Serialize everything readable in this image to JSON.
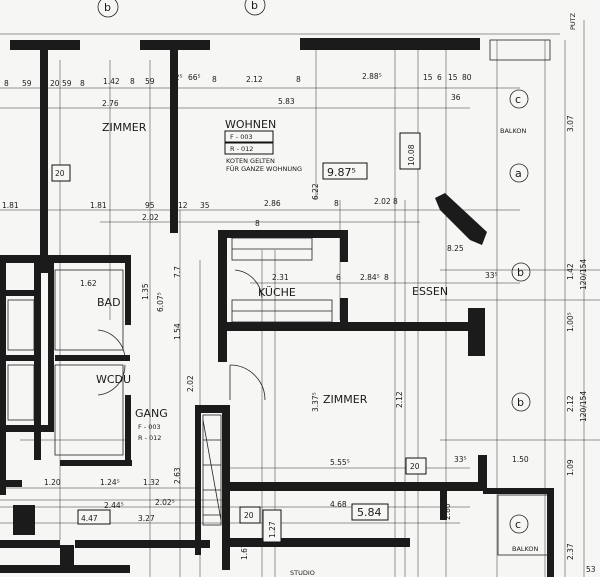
{
  "rooms": {
    "zimmer_top": "ZIMMER",
    "wohnen": "WOHNEN",
    "kueche": "KÜCHE",
    "essen": "ESSEN",
    "bad": "BAD",
    "wc_du": "WCDU",
    "gang": "GANG",
    "zimmer_mid": "ZIMMER",
    "balkon_top": "BALKON",
    "balkon_bottom": "BALKON",
    "studio": "STUDIO"
  },
  "notes": {
    "wohnen_f": "F - 003",
    "wohnen_r": "R - 012",
    "koten_1": "KOTEN GELTEN",
    "koten_2": "FÜR GANZE WOHNUNG",
    "gang_f": "F - 003",
    "gang_r": "R - 012",
    "putz": "PUTZ"
  },
  "axis_markers": [
    "b",
    "b",
    "c",
    "a",
    "b",
    "b",
    "c"
  ],
  "boxed_values": [
    "9.87⁵",
    "10.08",
    "5.84",
    "20",
    "20",
    "20",
    "4.47",
    "1.27"
  ],
  "dimensions": {
    "top_row": [
      "8",
      "59",
      "20",
      "59",
      "8",
      "1.42",
      "8",
      "59",
      "12⁵",
      "66⁵",
      "8",
      "2.12",
      "8",
      "2.88⁵",
      "15",
      "6",
      "15",
      "80"
    ],
    "row2": [
      "2.76",
      "5.83",
      "36"
    ],
    "row3": [
      "1.81",
      "1.81",
      "95",
      "12",
      "35",
      "2.86",
      "6.22",
      "8",
      "2.02",
      "8"
    ],
    "row4": [
      "2.02",
      "8"
    ],
    "mid": [
      "2.31",
      "6",
      "2.84⁵",
      "8",
      "33⁵",
      "8.25",
      "1.62",
      "1.35",
      "6.07⁵",
      "1.54",
      "2.02",
      "3.37⁵",
      "2.12",
      "5.55⁵",
      "33⁵",
      "1.50"
    ],
    "bottom": [
      "1.20",
      "1.24⁵",
      "1.32",
      "2.02⁵",
      "2.44⁵",
      "3.27",
      "4.68",
      "2.80",
      "1.67",
      "2.37",
      "1.09",
      "2.12",
      "1.00⁵",
      "1.42",
      "120/154",
      "120/154",
      "3.07",
      "53",
      "2.63",
      "7.7"
    ]
  }
}
